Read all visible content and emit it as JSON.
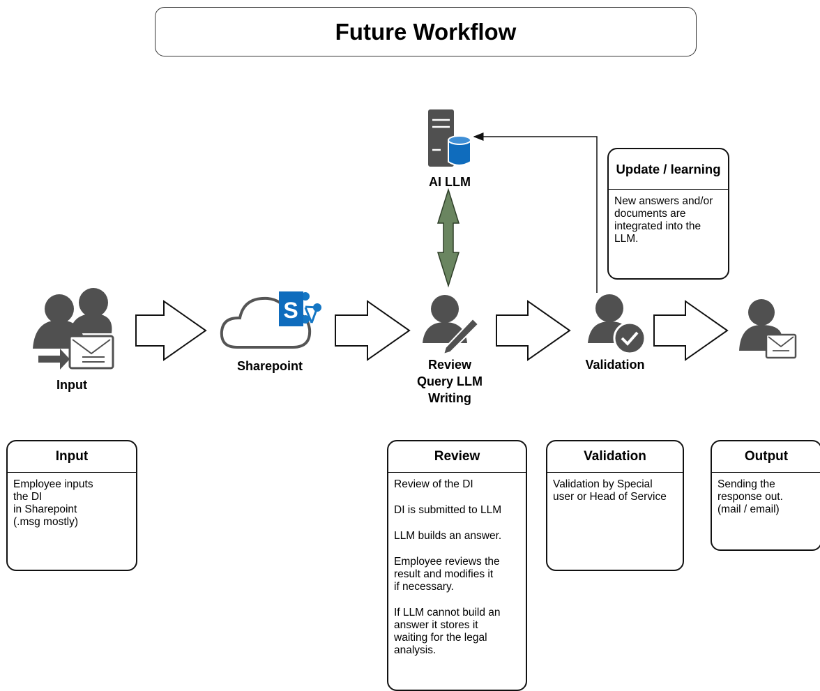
{
  "title": "Future Workflow",
  "colors": {
    "icon": "#505050",
    "accent_blue": "#0f6cbd",
    "sync_arrow": "#6a8560",
    "stroke": "#1a1a1a"
  },
  "nodes": {
    "input": {
      "label": "Input",
      "icon": "users-mail-icon"
    },
    "sharepoint": {
      "label": "Sharepoint",
      "icon": "sharepoint-cloud-icon"
    },
    "review": {
      "label_lines": [
        "Review",
        "Query LLM",
        "Writing"
      ],
      "icon": "user-pen-icon"
    },
    "validation": {
      "label": "Validation",
      "icon": "user-check-icon"
    },
    "output": {
      "icon": "user-mail-icon"
    },
    "ai_llm": {
      "label": "AI LLM",
      "icon": "server-database-icon"
    }
  },
  "cards": {
    "update": {
      "title": "Update / learning",
      "paragraphs": [
        "New answers and/or\ndocuments are\nintegrated into the\n LLM."
      ]
    },
    "input": {
      "title": "Input",
      "paragraphs": [
        "Employee inputs\nthe DI\nin Sharepoint\n(.msg mostly)"
      ]
    },
    "review": {
      "title": "Review",
      "paragraphs": [
        "Review of the DI",
        "DI is submitted to LLM",
        "LLM builds an answer.",
        "Employee reviews the\nresult and modifies it\nif necessary.",
        "If LLM cannot build an\nanswer it stores it\nwaiting for the legal\nanalysis."
      ]
    },
    "validation": {
      "title": "Validation",
      "paragraphs": [
        "Validation by Special\nuser or Head of Service"
      ]
    },
    "output": {
      "title": "Output",
      "paragraphs": [
        "Sending the\n response out.\n(mail / email)"
      ]
    }
  }
}
